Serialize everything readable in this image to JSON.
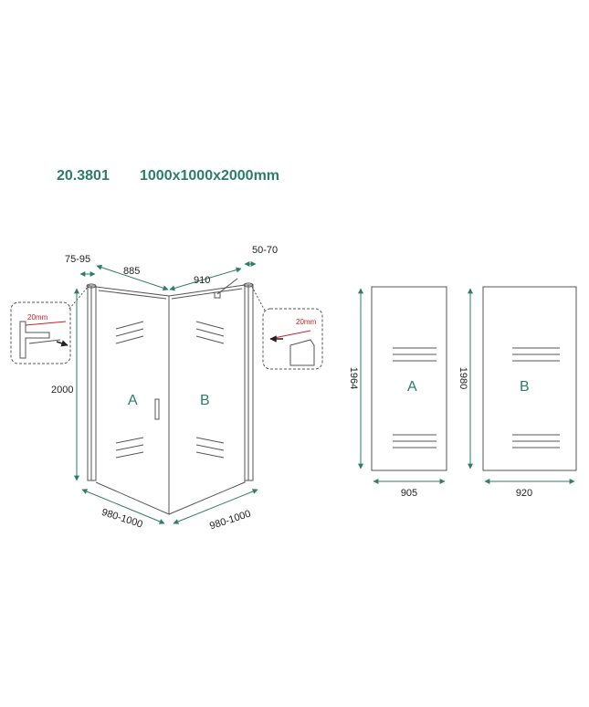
{
  "header": {
    "model_code": "20.3801",
    "size": "1000x1000x2000mm"
  },
  "colors": {
    "accent": "#2e7d6b",
    "detail_red": "#cc2222"
  },
  "assembly": {
    "panel_a": "A",
    "panel_b": "B",
    "dim_wall_left_gap": "75-95",
    "dim_door_width": "885",
    "dim_side_width": "910",
    "dim_wall_right_gap": "50-70",
    "dim_height": "2000",
    "dim_base_left": "980-1000",
    "dim_base_right": "980-1000",
    "detail_left_gap": "20mm",
    "detail_right_gap": "20mm"
  },
  "panels": [
    {
      "letter": "A",
      "height": "1964",
      "width": "905"
    },
    {
      "letter": "B",
      "height": "1980",
      "width": "920"
    }
  ]
}
